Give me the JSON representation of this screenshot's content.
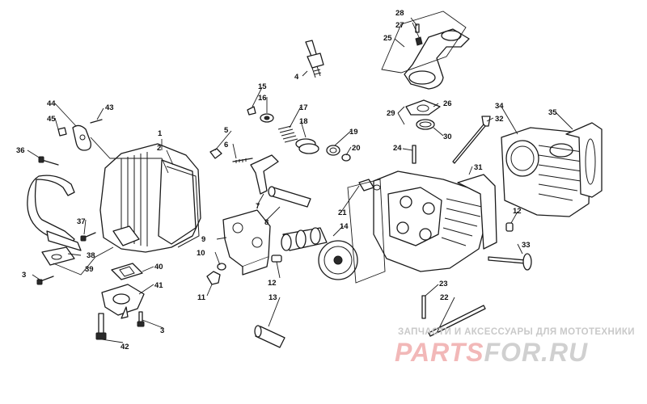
{
  "callouts": {
    "c1": "1",
    "c2": "2",
    "c3a": "3",
    "c3b": "3",
    "c4": "4",
    "c5": "5",
    "c6": "6",
    "c7": "7",
    "c8": "8",
    "c9": "9",
    "c10": "10",
    "c11": "11",
    "c12a": "12",
    "c12b": "12",
    "c13": "13",
    "c14": "14",
    "c15": "15",
    "c16": "16",
    "c17": "17",
    "c18": "18",
    "c19": "19",
    "c20": "20",
    "c21": "21",
    "c22": "22",
    "c23": "23",
    "c24": "24",
    "c25": "25",
    "c26": "26",
    "c27": "27",
    "c28": "28",
    "c29": "29",
    "c30": "30",
    "c31": "31",
    "c32": "32",
    "c33": "33",
    "c34": "34",
    "c35": "35",
    "c36": "36",
    "c37": "37",
    "c38": "38",
    "c39": "39",
    "c40": "40",
    "c41": "41",
    "c42": "42",
    "c43": "43",
    "c44": "44",
    "c45": "45"
  },
  "watermark": {
    "caption": "ЗАПЧАСТИ И АКСЕССУАРЫ ДЛЯ МОТОТЕХНИКИ",
    "logo_part1": "PARTS",
    "logo_part2": "FOR.RU"
  },
  "colors": {
    "line": "#1a1a1a",
    "watermark_gray": "#c9c9c9",
    "watermark_red": "#f2b8b8"
  }
}
